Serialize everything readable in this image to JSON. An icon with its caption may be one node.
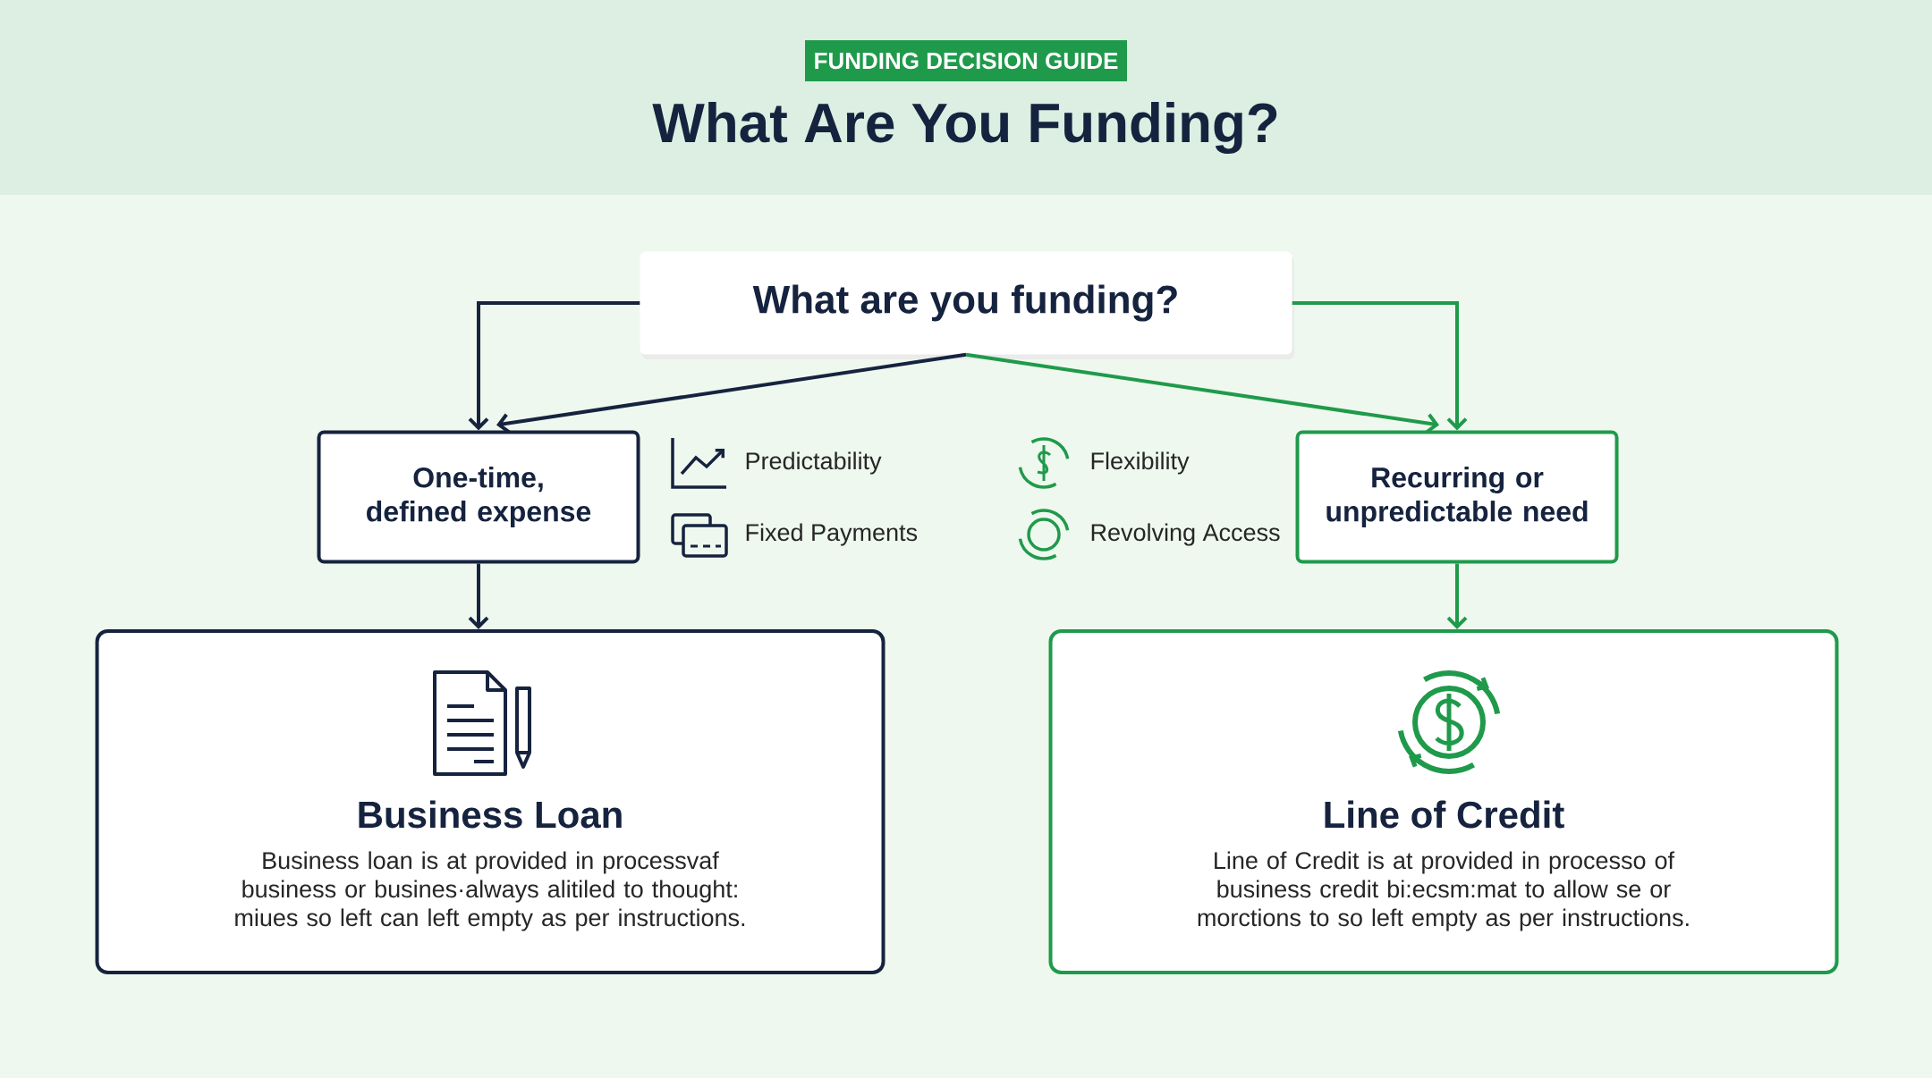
{
  "diagram": {
    "title": "What Are You Funding?",
    "nodes": [
      {
        "text": [
          "FUNDING DECISION GUIDE"
        ]
      },
      {
        "text": [
          "What are you funding?"
        ]
      },
      {
        "text": [
          "One-time, defined expense"
        ]
      },
      {
        "text": [
          "Recurring or unpredictable need"
        ]
      },
      {
        "text": [
          "Business Loan",
          "Business loan is at provided in processvaf business or busines·always alitiled to thought: miues so left can left empty as per instructions."
        ]
      },
      {
        "text": [
          "Line of Credit",
          "Line of Credit is at provided in processo of business credit bi:ecsm:mat to allow se or morctions to so left empty as per instructions."
        ]
      }
    ],
    "edges": [
      {
        "from": 1,
        "to": 2,
        "arrow": "to",
        "color": "#16233f"
      },
      {
        "from": 1,
        "to": 2,
        "arrow": "to",
        "color": "#16233f"
      },
      {
        "from": 1,
        "to": 3,
        "arrow": "to",
        "color": "#1f9a4b"
      },
      {
        "from": 1,
        "to": 3,
        "arrow": "to",
        "color": "#1f9a4b"
      },
      {
        "from": 2,
        "to": 4,
        "arrow": "to",
        "color": "#16233f"
      },
      {
        "from": 3,
        "to": 5,
        "arrow": "to",
        "color": "#1f9a4b"
      }
    ],
    "labels": [
      "Predictability",
      "Flexibility",
      "Fixed Payments",
      "Revolving Access"
    ]
  }
}
